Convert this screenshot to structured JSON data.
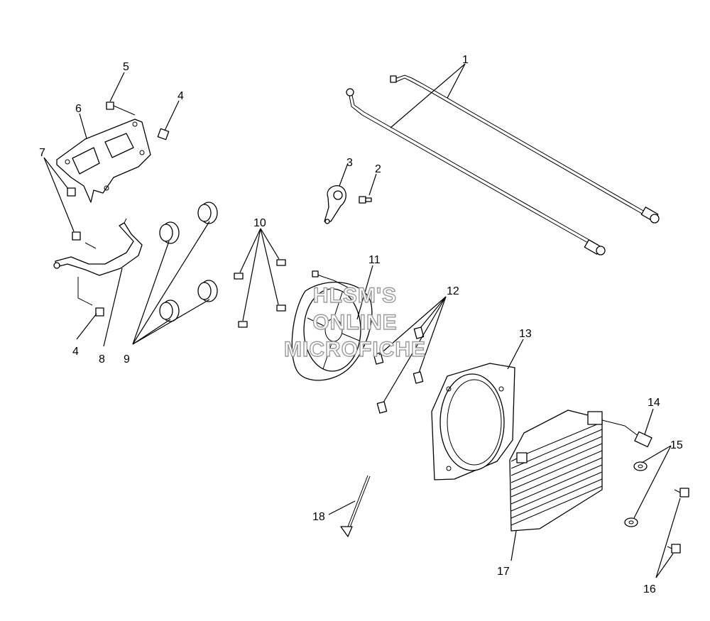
{
  "watermark": {
    "line1": "HLSM'S",
    "line2": "ONLINE",
    "line3": "MICROFICHE"
  },
  "callouts": [
    "1",
    "2",
    "3",
    "4",
    "4",
    "5",
    "6",
    "7",
    "8",
    "9",
    "10",
    "11",
    "12",
    "13",
    "14",
    "15",
    "16",
    "17",
    "18"
  ],
  "parts": [
    {
      "number": "1",
      "icon": "oil-cooler-line-icon"
    },
    {
      "number": "2",
      "icon": "bolt-icon"
    },
    {
      "number": "3",
      "icon": "clamp-icon"
    },
    {
      "number": "4",
      "icon": "nut-icon"
    },
    {
      "number": "5",
      "icon": "bolt-icon"
    },
    {
      "number": "6",
      "icon": "cover-plate-icon"
    },
    {
      "number": "7",
      "icon": "nut-icon"
    },
    {
      "number": "8",
      "icon": "bracket-icon"
    },
    {
      "number": "9",
      "icon": "rubber-mount-icon"
    },
    {
      "number": "10",
      "icon": "screw-icon"
    },
    {
      "number": "11",
      "icon": "cooling-fan-icon"
    },
    {
      "number": "12",
      "icon": "clip-nut-icon"
    },
    {
      "number": "13",
      "icon": "fan-shroud-icon"
    },
    {
      "number": "14",
      "icon": "connector-icon"
    },
    {
      "number": "15",
      "icon": "washer-icon"
    },
    {
      "number": "16",
      "icon": "bolt-icon"
    },
    {
      "number": "17",
      "icon": "oil-cooler-icon"
    },
    {
      "number": "18",
      "icon": "cable-tie-icon"
    }
  ]
}
